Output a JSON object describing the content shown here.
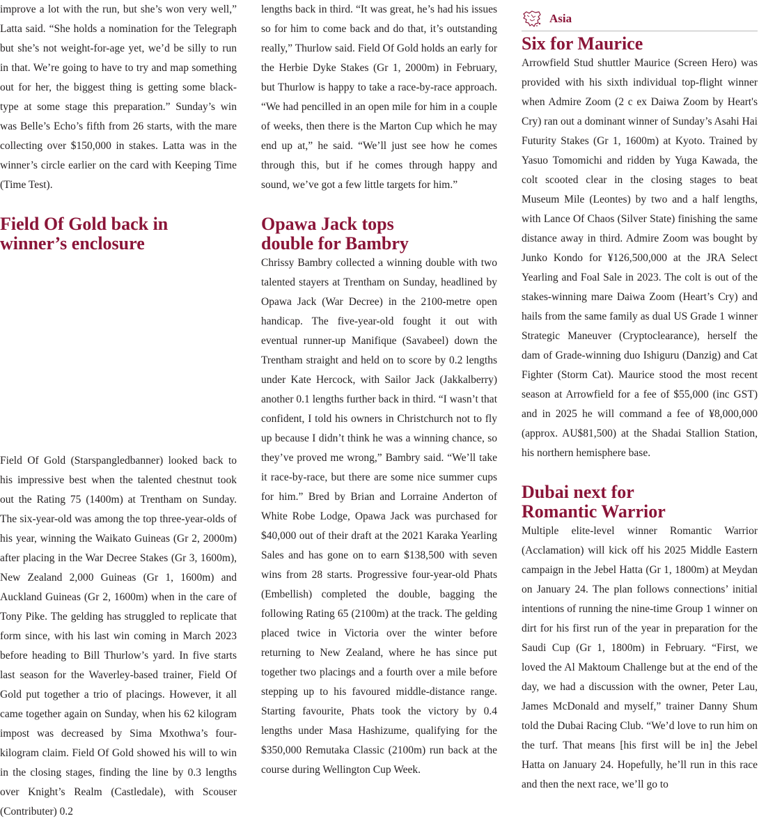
{
  "col1": {
    "para_top": "improve a lot with the run, but she’s won very well,” Latta said. “She holds a nomination for the Telegraph but she’s not weight-for-age yet, we’d be silly to run in that. We’re going to have to try and map something out for her, the biggest thing is getting some black-type at some stage this preparation.” Sunday’s win was Belle’s Echo’s fifth from 26 starts, with the mare collecting over $150,000 in stakes. Latta was in the winner’s circle earlier on the card with Keeping Time (Time Test).",
    "heading_line1": "Field Of Gold back in",
    "heading_line2": "winner’s enclosure",
    "para_body": "Field Of Gold (Starspangledbanner) looked back to his impressive best when the talented chestnut took out the Rating 75 (1400m) at Trentham on Sunday. The six-year-old was among the top three-year-olds of his year, winning the Waikato Guineas (Gr 2, 2000m) after placing in the War Decree Stakes (Gr 3, 1600m), New Zealand 2,000 Guineas (Gr 1, 1600m) and Auckland Guineas (Gr 2, 1600m) when in the care of Tony Pike. The gelding has struggled to replicate that form since, with his last win coming in March 2023 before heading to Bill Thurlow’s yard. In five starts last season for the Waverley-based trainer, Field Of Gold put together a trio of placings. However, it all came together again on Sunday, when his 62 kilogram impost was decreased by Sima Mxothwa’s four-kilogram claim. Field Of Gold showed his will to win in the closing stages, finding the line by 0.3 lengths over Knight’s Realm (Castledale), with Scouser (Contributer) 0.2"
  },
  "col2": {
    "para_top": "lengths back in third. “It was great, he’s had his issues so for him to come back and do that, it’s outstanding really,” Thurlow said. Field Of Gold holds an early for the Herbie Dyke Stakes (Gr 1, 2000m) in February, but Thurlow is happy to take a race-by-race approach. “We had pencilled in an open mile for him in a couple of weeks, then there is the Marton Cup which he may end up at,” he said. “We’ll just see how he comes through this, but if he comes through happy and sound, we’ve got a few little targets for him.”",
    "heading_line1": "Opawa Jack tops",
    "heading_line2": "double for Bambry",
    "para_body": "Chrissy Bambry collected a winning double with two talented stayers at Trentham on Sunday, headlined by Opawa Jack (War Decree) in the 2100-metre open handicap. The five-year-old fought it out with eventual runner-up Manifique (Savabeel) down the Trentham straight and held on to score by 0.2 lengths under Kate Hercock, with Sailor Jack (Jakkalberry) another 0.1 lengths further back in third. “I wasn’t that confident, I told his owners in Christchurch not to fly up because I didn’t think he was a winning chance, so they’ve proved me wrong,” Bambry said. “We’ll take it race-by-race, but there are some nice summer cups for him.” Bred by Brian and Lorraine Anderton of White Robe Lodge, Opawa Jack was purchased for $40,000 out of their draft at the 2021 Karaka Yearling Sales and has gone on to earn $138,500 with seven wins from 28 starts. Progressive four-year-old Phats (Embellish) completed the double, bagging the following Rating 65 (2100m) at the track. The gelding placed twice in Victoria over the winter before returning to New Zealand, where he has since put together two placings and a fourth over a mile before stepping up to his favoured middle-distance range. Starting favourite, Phats took the victory by 0.4 lengths under Masa Hashizume, qualifying for the $350,000 Remutaka Classic (2100m) run back at the course during Wellington Cup Week."
  },
  "col3": {
    "region_label": "Asia",
    "region_icon": "asia-map-icon",
    "heading1": "Six for Maurice",
    "para1": "Arrowfield Stud shuttler Maurice (Screen Hero) was provided with his sixth individual top-flight winner when Admire Zoom (2 c ex Daiwa Zoom by Heart's Cry) ran out a dominant winner of Sunday’s Asahi Hai Futurity Stakes (Gr 1, 1600m) at Kyoto. Trained by Yasuo Tomomichi and ridden by Yuga Kawada, the colt scooted clear in the closing stages to beat Museum Mile (Leontes) by two and a half lengths, with Lance Of Chaos (Silver State) finishing the same distance away in third. Admire Zoom was bought by Junko Kondo for ¥126,500,000 at the JRA Select Yearling and Foal Sale in 2023. The colt is out of the stakes-winning mare Daiwa Zoom (Heart’s Cry) and hails from the same family as dual US Grade 1 winner Strategic Maneuver (Cryptoclearance), herself the dam of Grade-winning duo Ishiguru (Danzig) and Cat Fighter (Storm Cat). Maurice stood the most recent season at Arrowfield for a fee of $55,000 (inc GST) and in 2025 he will command a fee of ¥8,000,000 (approx. AU$81,500) at the Shadai Stallion Station, his northern hemisphere base.",
    "heading2_line1": "Dubai next for",
    "heading2_line2": "Romantic Warrior",
    "para2": "Multiple elite-level winner Romantic Warrior (Acclamation) will kick off his 2025 Middle Eastern campaign in the Jebel Hatta (Gr 1, 1800m) at Meydan on January 24. The plan follows connections’ initial intentions of running the nine-time Group 1 winner on dirt for his first run of the year in preparation for the Saudi Cup (Gr 1, 1800m) in February. “First, we loved the Al Maktoum Challenge but at the end of the day, we had a discussion with the owner, Peter Lau, James McDonald and myself,” trainer Danny Shum told the Dubai Racing Club. “We’d love to run him on the turf. That means [his first will be in] the Jebel Hatta on January 24. Hopefully, he’ll run in this race and then the next race, we’ll go to"
  }
}
